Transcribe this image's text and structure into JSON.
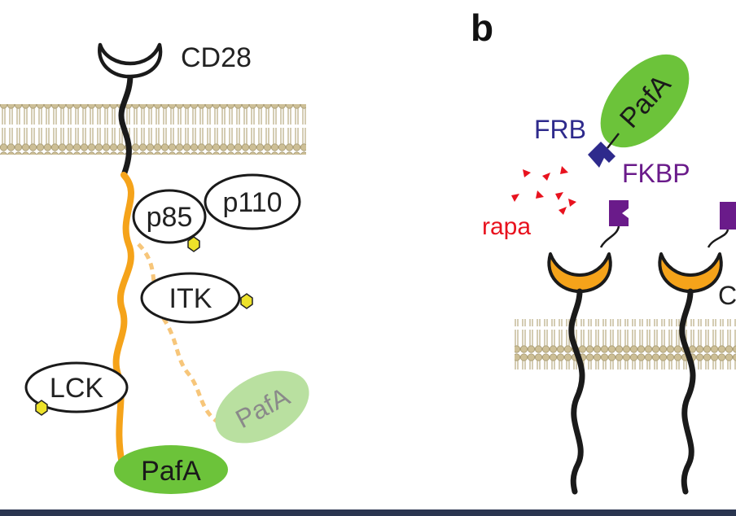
{
  "panel_b_letter": "b",
  "panel_a": {
    "receptor_label": "CD28",
    "p85_label": "p85",
    "p110_label": "p110",
    "itk_label": "ITK",
    "lck_label": "LCK",
    "pafa_label": "PafA",
    "pafa_faded_label": "PafA"
  },
  "panel_b": {
    "pafa_label": "PafA",
    "frb_label": "FRB",
    "fkbp_label": "FKBP",
    "rapa_label": "rapa",
    "cut_label": "C"
  },
  "colors": {
    "membrane": "#cdbf96",
    "membrane_dark": "#a79a72",
    "tail_black": "#1a1a1a",
    "tail_orange": "#f5a31a",
    "pafa_green": "#6cc33a",
    "pafa_faded": "#b9e0a0",
    "frb_blue": "#2e2a8c",
    "fkbp_purple": "#6a1b8a",
    "rapa_red": "#e8121e",
    "receptor_orange": "#f5a31a",
    "phospho_yellow": "#ede22a"
  }
}
